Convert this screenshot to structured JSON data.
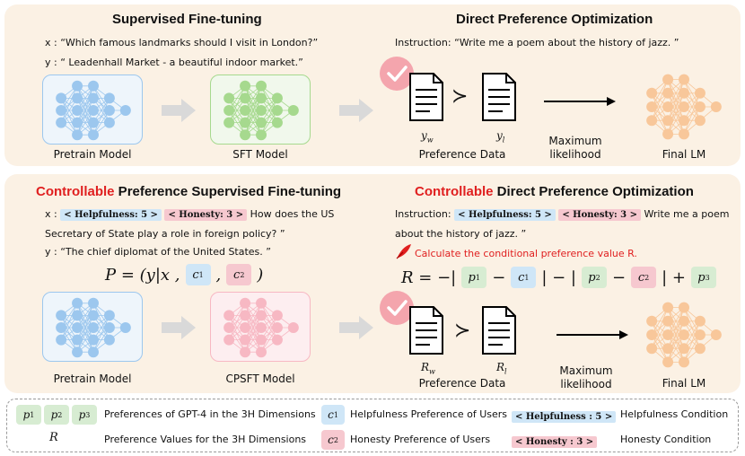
{
  "top_left": {
    "title": "Supervised Fine-tuning",
    "x_label": "x :",
    "x_text": "“Which famous landmarks should I visit in London?”",
    "y_label": "y :",
    "y_text": "“ Leadenhall Market - a beautiful indoor market.”",
    "pretrain_label": "Pretrain Model",
    "sft_label": "SFT Model"
  },
  "top_right": {
    "title": "Direct Preference Optimization",
    "instruction_label": "Instruction:",
    "instruction_text": "“Write me a poem about the history of jazz. ”",
    "yw": "y",
    "yw_sub": "w",
    "yl": "y",
    "yl_sub": "l",
    "pref_label": "Preference Data",
    "ml_label_1": "Maximum",
    "ml_label_2": "likelihood",
    "final_label": "Final LM"
  },
  "bottom_left": {
    "title_red": "Controllable",
    "title_rest": " Preference Supervised Fine-tuning",
    "x_label": "x :",
    "chip_help": "< Helpfulness: 5 >",
    "chip_hon": "< Honesty: 3 >",
    "x_text_1": "How does the US",
    "x_text_2": "Secretary of State play a role in foreign policy? ”",
    "y_label": "y :",
    "y_text": "“The chief diplomat of the United States. ”",
    "formula_lhs": "P = (y|x ,",
    "formula_c1": "c",
    "formula_c1_sub": "1",
    "formula_comma": ",",
    "formula_c2": "c",
    "formula_c2_sub": "2",
    "formula_close": ")",
    "pretrain_label": "Pretrain Model",
    "cpsft_label": "CPSFT Model"
  },
  "bottom_right": {
    "title_red": "Controllable",
    "title_rest": " Direct Preference Optimization",
    "instruction_label": "Instruction:",
    "chip_help": "< Helpfulness: 5 >",
    "chip_hon": "< Honesty: 3 >",
    "instruction_text_1": "Write me a poem",
    "instruction_text_2": "about the history of jazz. ”",
    "calc_text": "Calculate the conditional preference value R.",
    "r_formula_start": "R = −|",
    "p1": "p",
    "p1_sub": "1",
    "minus": "−",
    "c1": "c",
    "c1_sub": "1",
    "mid": "| − |",
    "p2": "p",
    "p2_sub": "2",
    "c2": "c",
    "c2_sub": "2",
    "end": "| +",
    "p3": "p",
    "p3_sub": "3",
    "rw": "R",
    "rw_sub": "w",
    "rl": "R",
    "rl_sub": "l",
    "pref_label": "Preference Data",
    "ml_label_1": "Maximum",
    "ml_label_2": "likelihood",
    "final_label": "Final LM"
  },
  "legend": {
    "p1": "p",
    "p1_sub": "1",
    "p2": "p",
    "p2_sub": "2",
    "p3": "p",
    "p3_sub": "3",
    "p_desc": "Preferences of GPT-4 in the 3H Dimensions",
    "r_sym": "R",
    "r_desc": "Preference Values for the 3H Dimensions",
    "c1": "c",
    "c1_sub": "1",
    "c1_desc": "Helpfulness Preference of Users",
    "c2": "c",
    "c2_sub": "2",
    "c2_desc": "Honesty Preference of Users",
    "chip_help": "< Helpfulness : 5 >",
    "help_desc": "Helpfulness Condition",
    "chip_hon": "< Honesty : 3 >",
    "hon_desc": "Honesty Condition"
  },
  "colors": {
    "panel_bg": "#fbf1e4",
    "accent_red": "#e02020",
    "blue_net": "#9cc7ee",
    "green_net": "#a6d98e",
    "pink_net": "#f7b8c3",
    "orange_net": "#f8c79a",
    "arrow_gray": "#d9d9d9"
  }
}
